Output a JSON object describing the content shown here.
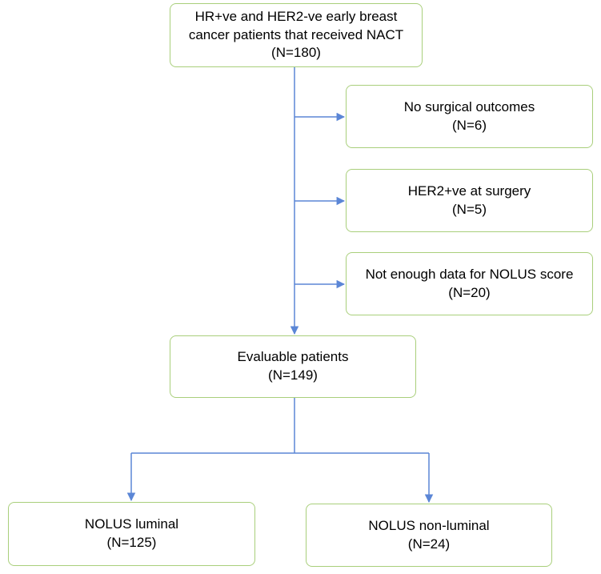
{
  "boxes": {
    "top": {
      "line1": "HR+ve and HER2-ve early breast",
      "line2": "cancer patients that received NACT",
      "count": "(N=180)"
    },
    "exclusion_1": {
      "label": "No surgical outcomes",
      "count": "(N=6)"
    },
    "exclusion_2": {
      "label": "HER2+ve at surgery",
      "count": "(N=5)"
    },
    "exclusion_3": {
      "label": "Not enough data for NOLUS score",
      "count": "(N=20)"
    },
    "evaluable": {
      "label": "Evaluable patients",
      "count": "(N=149)"
    },
    "luminal": {
      "label": "NOLUS luminal",
      "count": "(N=125)"
    },
    "non_luminal": {
      "label": "NOLUS non-luminal",
      "count": "(N=24)"
    }
  },
  "colors": {
    "box_border": "#a9cf7b",
    "arrow": "#5b86d6"
  }
}
